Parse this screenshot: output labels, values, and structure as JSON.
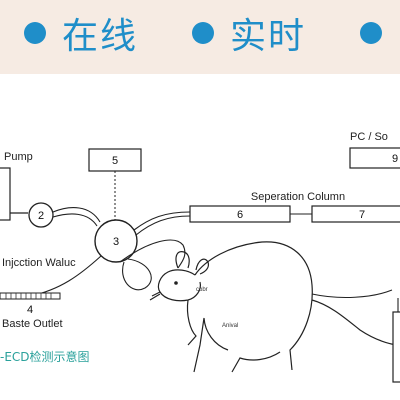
{
  "banner": {
    "item1": "在线",
    "item2": "实时",
    "accent_color": "#1f8ec9",
    "background_color": "#f6ebe3"
  },
  "diagram": {
    "pump_label": "Pump",
    "injection_label": "Injcction Waluc",
    "waste_label": "Baste Outlet",
    "column_label": "Seperation Column",
    "pc_label": "PC / So",
    "nodes": {
      "n2": "2",
      "n3": "3",
      "n4": "4",
      "n5": "5",
      "n6": "6",
      "n7": "7",
      "n9": "9"
    },
    "animal_label": "Anival",
    "animal_small_label": "cobr",
    "caption": "-ECD检测示意图"
  }
}
